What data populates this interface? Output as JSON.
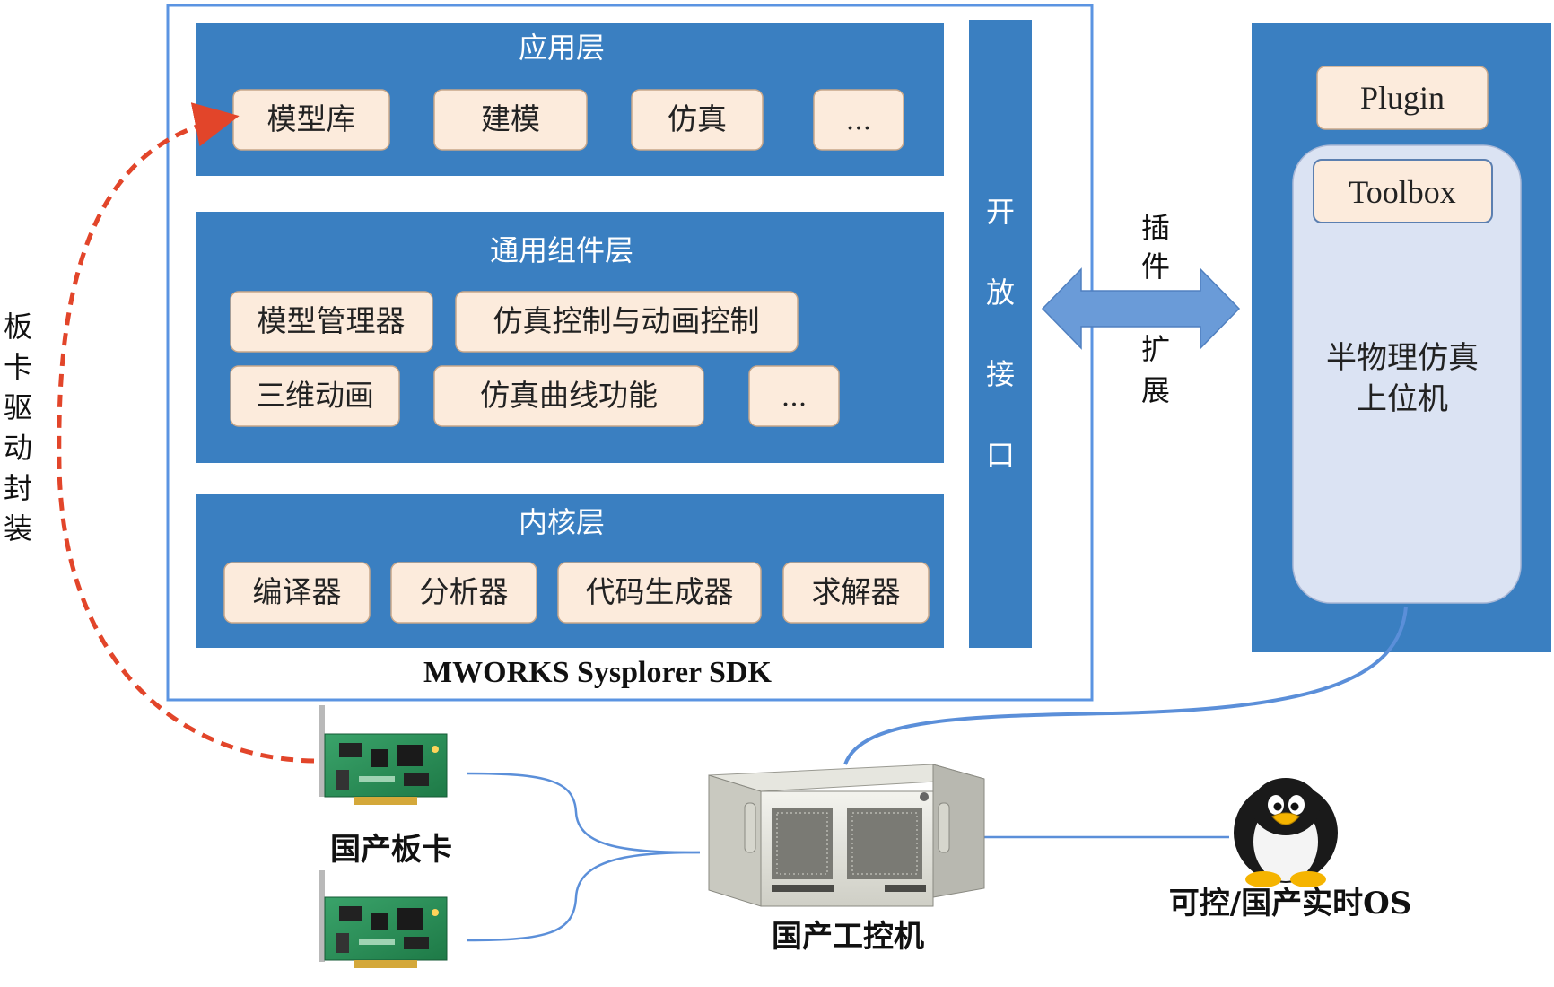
{
  "sdk": {
    "title": "MWORKS Sysplorer SDK",
    "app_layer": {
      "title": "应用层",
      "items": [
        "模型库",
        "建模",
        "仿真",
        "..."
      ]
    },
    "common_layer": {
      "title": "通用组件层",
      "row1": [
        "模型管理器",
        "仿真控制与动画控制"
      ],
      "row2": [
        "三维动画",
        "仿真曲线功能",
        "..."
      ]
    },
    "kernel_layer": {
      "title": "内核层",
      "items": [
        "编译器",
        "分析器",
        "代码生成器",
        "求解器"
      ]
    },
    "open_interface": [
      "开",
      "放",
      "接",
      "口"
    ]
  },
  "plugin_arrow": {
    "top": [
      "插",
      "件"
    ],
    "bottom": [
      "扩",
      "展"
    ]
  },
  "host": {
    "plugin_label": "Plugin",
    "toolbox_label": "Toolbox",
    "name_lines": [
      "半物理仿真",
      "上位机"
    ]
  },
  "driver_label": [
    "板",
    "卡",
    "驱",
    "动",
    "封",
    "装"
  ],
  "card_label": "国产板卡",
  "ipc_label": "国产工控机",
  "os_label": "可控/国产实时OS",
  "colors": {
    "panel_blue": "#3a7fc1",
    "frame_blue": "#5b94e2",
    "chip_fill": "#fcebdc",
    "host_fill": "#dbe3f3",
    "dashed_red": "#e2452a",
    "line_blue": "#5b8fd9"
  }
}
